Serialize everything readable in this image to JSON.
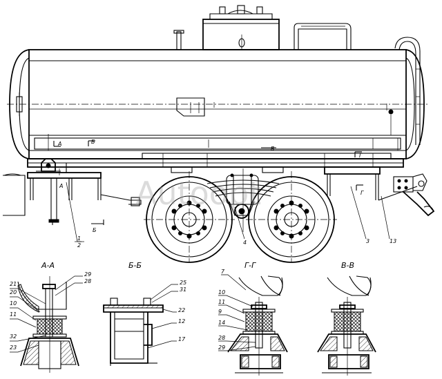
{
  "watermark": "Autoopt",
  "section_marks": {
    "a": "А",
    "b": "Б",
    "v": "В",
    "g": "Г"
  },
  "callouts": [
    "1",
    "2",
    "4",
    "3",
    "13"
  ],
  "section_views": [
    {
      "title": "А-А",
      "labels": [
        "29",
        "28",
        "21",
        "20",
        "10",
        "11",
        "32",
        "23"
      ]
    },
    {
      "title": "Б-Б",
      "labels": [
        "25",
        "31",
        "22",
        "12",
        "17"
      ]
    },
    {
      "title": "Г-Г",
      "labels": [
        "7",
        "10",
        "11",
        "9",
        "14",
        "28",
        "29"
      ]
    },
    {
      "title": "В-В",
      "labels": []
    }
  ]
}
